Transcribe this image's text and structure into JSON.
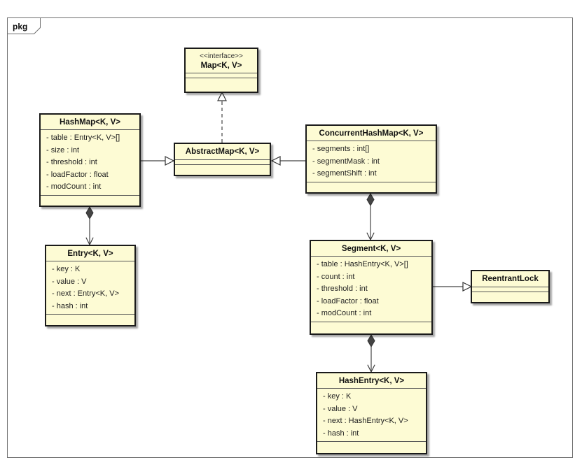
{
  "package": {
    "label": "pkg"
  },
  "classes": {
    "map": {
      "stereotype": "<<interface>>",
      "name": "Map<K, V>"
    },
    "abstract_map": {
      "name": "AbstractMap<K, V>"
    },
    "hashmap": {
      "name": "HashMap<K, V>",
      "attributes": [
        "- table : Entry<K, V>[]",
        "- size : int",
        "- threshold : int",
        "- loadFactor : float",
        "- modCount : int"
      ]
    },
    "entry": {
      "name": "Entry<K, V>",
      "attributes": [
        "- key : K",
        "- value : V",
        "- next : Entry<K, V>",
        "- hash : int"
      ]
    },
    "concurrent_hashmap": {
      "name": "ConcurrentHashMap<K, V>",
      "attributes": [
        "- segments : int[]",
        "- segmentMask : int",
        "- segmentShift : int"
      ]
    },
    "segment": {
      "name": "Segment<K, V>",
      "attributes": [
        "- table : HashEntry<K, V>[]",
        "- count : int",
        "- threshold : int",
        "- loadFactor : float",
        "- modCount : int"
      ]
    },
    "reentrant_lock": {
      "name": "ReentrantLock"
    },
    "hash_entry": {
      "name": "HashEntry<K, V>",
      "attributes": [
        "- key : K",
        "- value : V",
        "- next : HashEntry<K, V>",
        "- hash : int"
      ]
    }
  }
}
